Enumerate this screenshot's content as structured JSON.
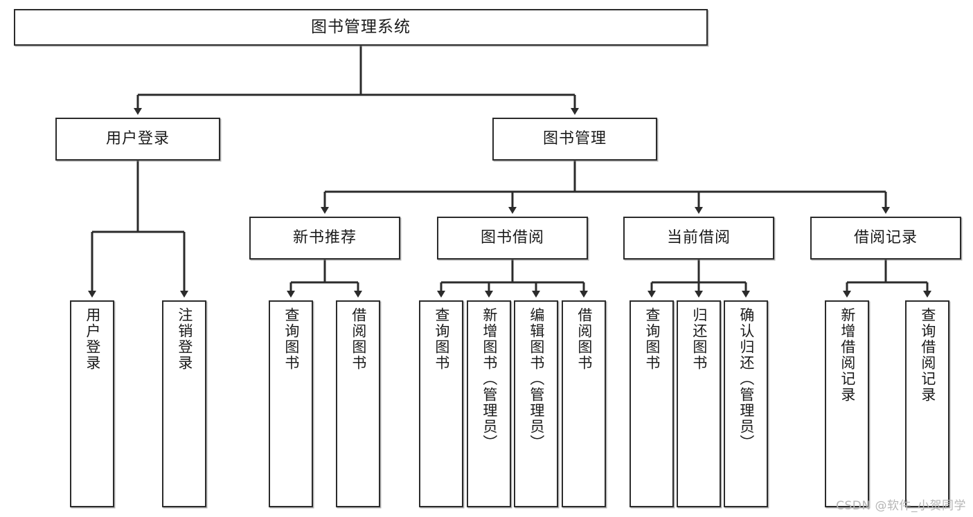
{
  "diagram": {
    "type": "tree-hierarchy",
    "title": "图书管理系统",
    "root": {
      "label": "图书管理系统"
    },
    "level1": [
      {
        "label": "用户登录"
      },
      {
        "label": "图书管理"
      }
    ],
    "level2": [
      {
        "label": "新书推荐"
      },
      {
        "label": "图书借阅"
      },
      {
        "label": "当前借阅"
      },
      {
        "label": "借阅记录"
      }
    ],
    "leaves": {
      "user_login": [
        {
          "label": "用户登录"
        },
        {
          "label": "注销登录"
        }
      ],
      "new_book_recommend": [
        {
          "label": "查询图书"
        },
        {
          "label": "借阅图书"
        }
      ],
      "book_borrow": [
        {
          "label": "查询图书"
        },
        {
          "label": "新增图书（管理员）"
        },
        {
          "label": "编辑图书（管理员）"
        },
        {
          "label": "借阅图书"
        }
      ],
      "current_borrow": [
        {
          "label": "查询图书"
        },
        {
          "label": "归还图书"
        },
        {
          "label": "确认归还（管理员）"
        }
      ],
      "borrow_record": [
        {
          "label": "新增借阅记录"
        },
        {
          "label": "查询借阅记录"
        }
      ]
    }
  },
  "watermark": {
    "text": "CSDN @软件_小贺同学"
  },
  "colors": {
    "stroke": "#2b2b2b",
    "box_fill": "#ffffff",
    "text": "#1a1a1a",
    "watermark": "#b6b6b6",
    "background": "#ffffff"
  }
}
